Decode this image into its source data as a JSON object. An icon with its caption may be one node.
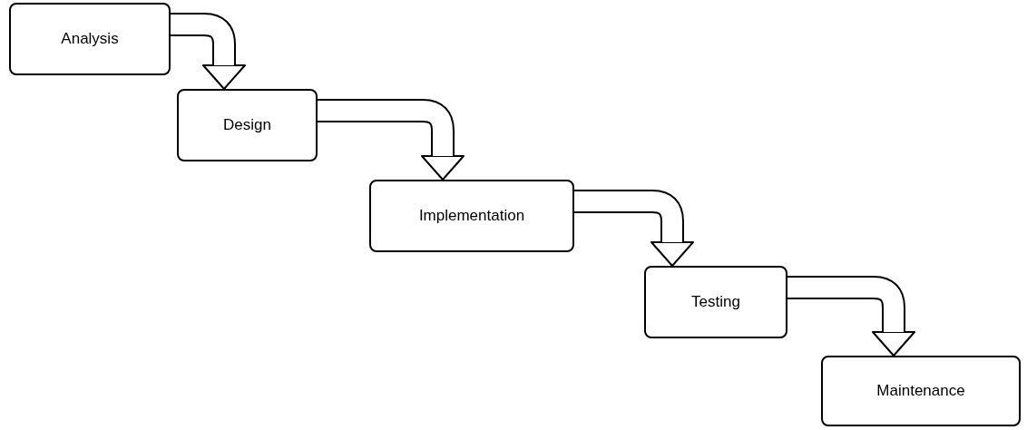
{
  "diagram": {
    "nodes": [
      {
        "text": [
          "Analysis"
        ]
      },
      {
        "text": [
          "Design"
        ]
      },
      {
        "text": [
          "Implementation"
        ]
      },
      {
        "text": [
          "Testing"
        ]
      },
      {
        "text": [
          "Maintenance"
        ]
      }
    ],
    "edges": [
      {
        "from": 0,
        "to": 1,
        "arrow": "to"
      },
      {
        "from": 1,
        "to": 2,
        "arrow": "to"
      },
      {
        "from": 2,
        "to": 3,
        "arrow": "to"
      },
      {
        "from": 3,
        "to": 4,
        "arrow": "to"
      }
    ]
  }
}
